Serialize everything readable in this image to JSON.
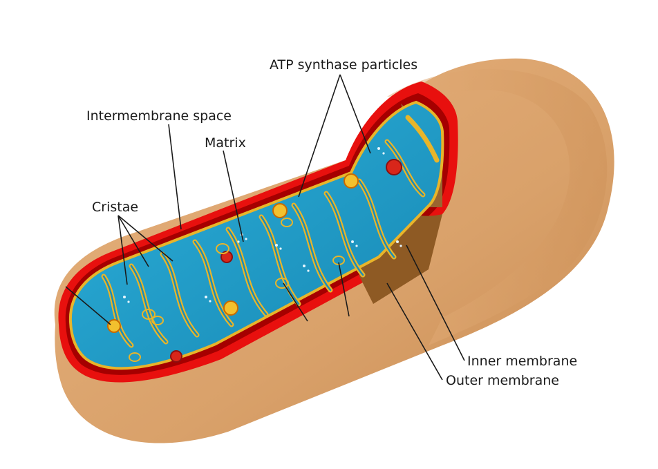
{
  "labels": {
    "atp_synthase": "ATP synthase particles",
    "intermembrane_space": "Intermembrane space",
    "matrix": "Matrix",
    "cristae": "Cristae",
    "inner_membrane": "Inner membrane",
    "outer_membrane": "Outer membrane"
  },
  "colors": {
    "outer_body": "#D9A16A",
    "outer_body_dark": "#B97D43",
    "outer_membrane_red": "#E8100E",
    "intermembrane_red": "#B40000",
    "inner_membrane_gold": "#E8B52A",
    "matrix_blue": "#1E9CC9",
    "leader_line": "#1a1a1a"
  }
}
